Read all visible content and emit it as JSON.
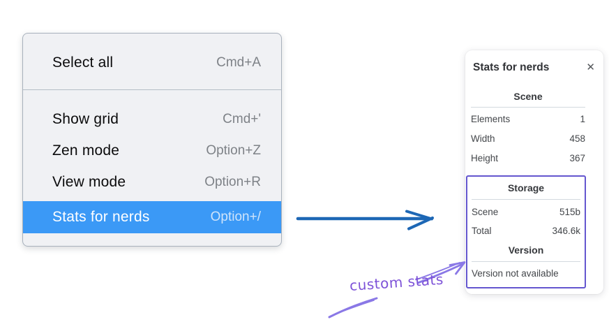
{
  "menu": {
    "items": [
      {
        "label": "Select all",
        "shortcut": "Cmd+A",
        "highlighted": false
      },
      {
        "label": "Show grid",
        "shortcut": "Cmd+'",
        "highlighted": false
      },
      {
        "label": "Zen mode",
        "shortcut": "Option+Z",
        "highlighted": false
      },
      {
        "label": "View mode",
        "shortcut": "Option+R",
        "highlighted": false
      },
      {
        "label": "Stats for nerds",
        "shortcut": "Option+/",
        "highlighted": true
      }
    ]
  },
  "panel": {
    "title": "Stats for nerds",
    "close_icon": "✕",
    "scene": {
      "header": "Scene",
      "rows": [
        {
          "label": "Elements",
          "value": "1"
        },
        {
          "label": "Width",
          "value": "458"
        },
        {
          "label": "Height",
          "value": "367"
        }
      ]
    },
    "storage": {
      "header": "Storage",
      "rows": [
        {
          "label": "Scene",
          "value": "515b"
        },
        {
          "label": "Total",
          "value": "346.6k"
        }
      ]
    },
    "version": {
      "header": "Version",
      "note": "Version not available"
    }
  },
  "annotation": {
    "label": "custom stats"
  },
  "colors": {
    "menu-highlight": "#3b99f6",
    "menu-highlight-shortcut": "#cfe4fa",
    "arrow-blue": "#1d67b5",
    "violet-box": "#6456cf",
    "violet-annotation": "#8a78e6",
    "annotation-text": "#7d52d8",
    "shortcut-gray": "#7e8287"
  }
}
